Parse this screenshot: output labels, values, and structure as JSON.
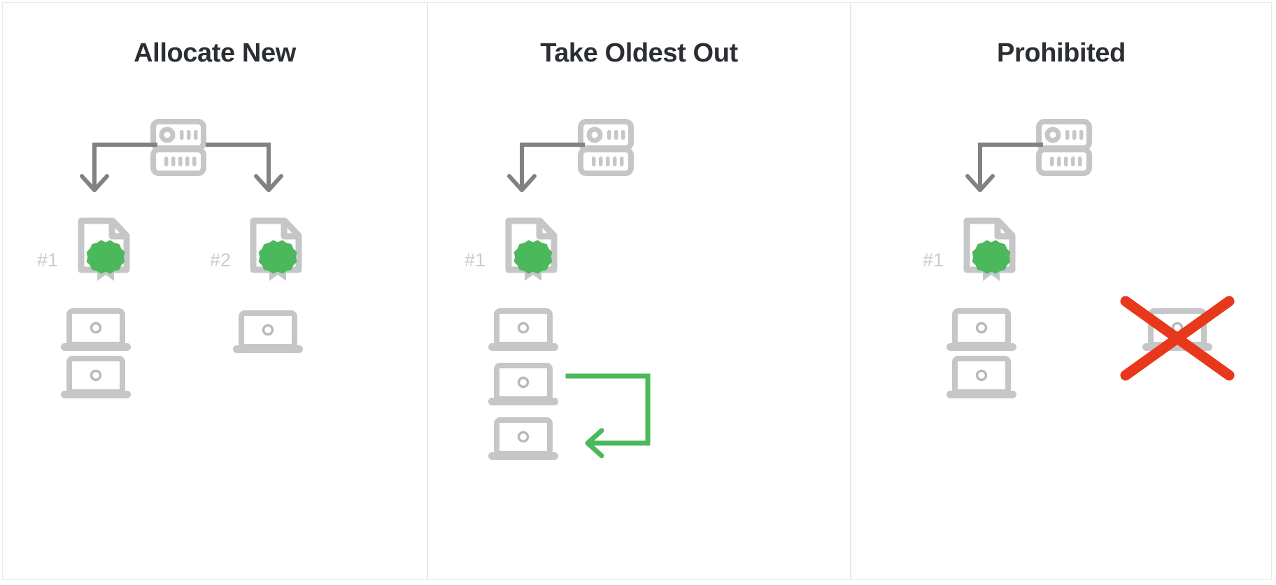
{
  "diagram": {
    "title_text_present": false,
    "colors": {
      "panel_border": "#e6e8e9",
      "heading": "#2b2f33",
      "icon_grey": "#c4c6c8",
      "arrow_grey": "#808284",
      "label_grey": "#c9cbcd",
      "seal_green": "#4CB85C",
      "flow_green": "#4CB85C",
      "prohibited_red": "#E8381C",
      "background": "#ffffff"
    },
    "columns": [
      {
        "id": "allocate-new",
        "title": "Allocate New",
        "source_icon": "server-icon",
        "branches": [
          {
            "label": "#1",
            "cert_icon": "certificate-icon",
            "arrow": "arrow-down-left",
            "laptops": 2
          },
          {
            "label": "#2",
            "cert_icon": "certificate-icon",
            "arrow": "arrow-down-right",
            "laptops": 1
          }
        ],
        "flow_arrow": null,
        "prohibited_marker": null
      },
      {
        "id": "take-oldest-out",
        "title": "Take Oldest Out",
        "source_icon": "server-icon",
        "branches": [
          {
            "label": "#1",
            "cert_icon": "certificate-icon",
            "arrow": "arrow-down-left",
            "laptops": 3
          }
        ],
        "flow_arrow": {
          "name": "recycle-oldest-arrow",
          "color": "#4CB85C",
          "from": "top-laptop",
          "to": "bottom-laptop"
        },
        "prohibited_marker": null
      },
      {
        "id": "prohibited",
        "title": "Prohibited",
        "source_icon": "server-icon",
        "branches": [
          {
            "label": "#1",
            "cert_icon": "certificate-icon",
            "arrow": "arrow-down-left",
            "laptops": 2
          }
        ],
        "flow_arrow": null,
        "prohibited_marker": {
          "name": "prohibited-x-mark",
          "color": "#E8381C",
          "over": "laptop-icon"
        }
      }
    ],
    "icon_names": {
      "server": "server-icon",
      "certificate": "certificate-icon",
      "laptop": "laptop-icon",
      "arrow_down": "arrow-down-icon",
      "x_mark": "x-mark-icon"
    }
  }
}
